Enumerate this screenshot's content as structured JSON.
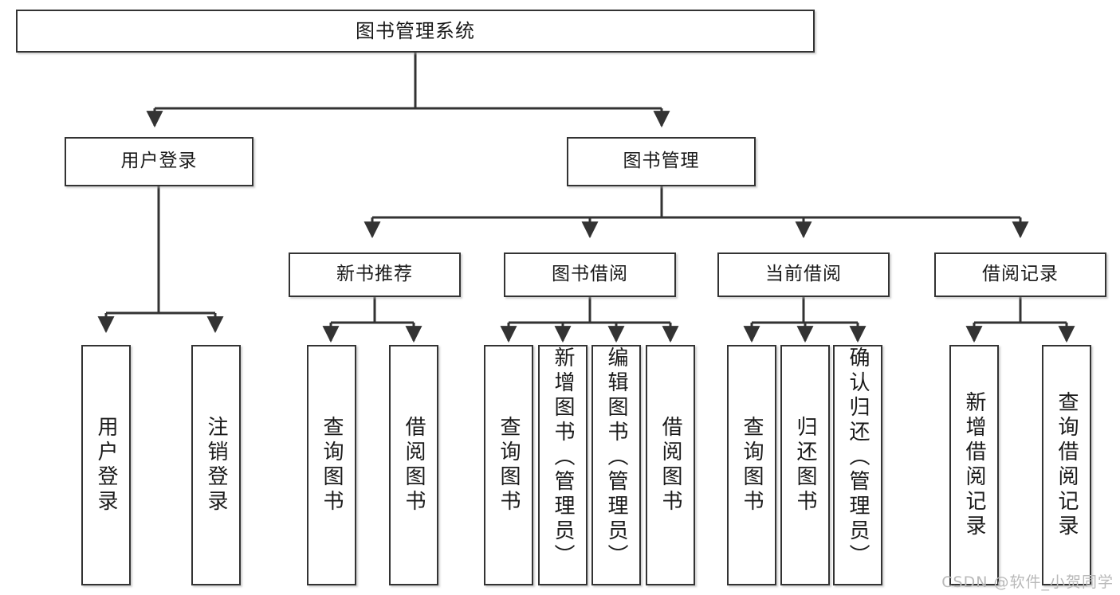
{
  "diagram": {
    "title": "图书管理系统",
    "type": "tree-hierarchy-chart",
    "watermark": "CSDN @软件_小贺同学",
    "colors": {
      "box_border": "#333333",
      "box_fill": "#ffffff",
      "edge": "#333333",
      "text": "#1a1a1a",
      "watermark": "#b9b9b9",
      "background": "#ffffff"
    },
    "nodes": {
      "root": {
        "label": "图书管理系统"
      },
      "user_login": {
        "label": "用户登录"
      },
      "book_manage": {
        "label": "图书管理"
      },
      "new_book_rec": {
        "label": "新书推荐"
      },
      "book_borrow": {
        "label": "图书借阅"
      },
      "current_borrow": {
        "label": "当前借阅"
      },
      "borrow_record": {
        "label": "借阅记录"
      },
      "leaf_user_login": {
        "label": "用户登录"
      },
      "leaf_logout": {
        "label": "注销登录"
      },
      "leaf_query_book_1": {
        "label": "查询图书"
      },
      "leaf_borrow_book_1": {
        "label": "借阅图书"
      },
      "leaf_query_book_2": {
        "label": "查询图书"
      },
      "leaf_add_book": {
        "label": "新增图书（管理员）"
      },
      "leaf_edit_book": {
        "label": "编辑图书（管理员）"
      },
      "leaf_borrow_book_2": {
        "label": "借阅图书"
      },
      "leaf_query_book_3": {
        "label": "查询图书"
      },
      "leaf_return_book": {
        "label": "归还图书"
      },
      "leaf_confirm_return": {
        "label": "确认归还（管理员）"
      },
      "leaf_add_record": {
        "label": "新增借阅记录"
      },
      "leaf_query_record": {
        "label": "查询借阅记录"
      }
    }
  }
}
